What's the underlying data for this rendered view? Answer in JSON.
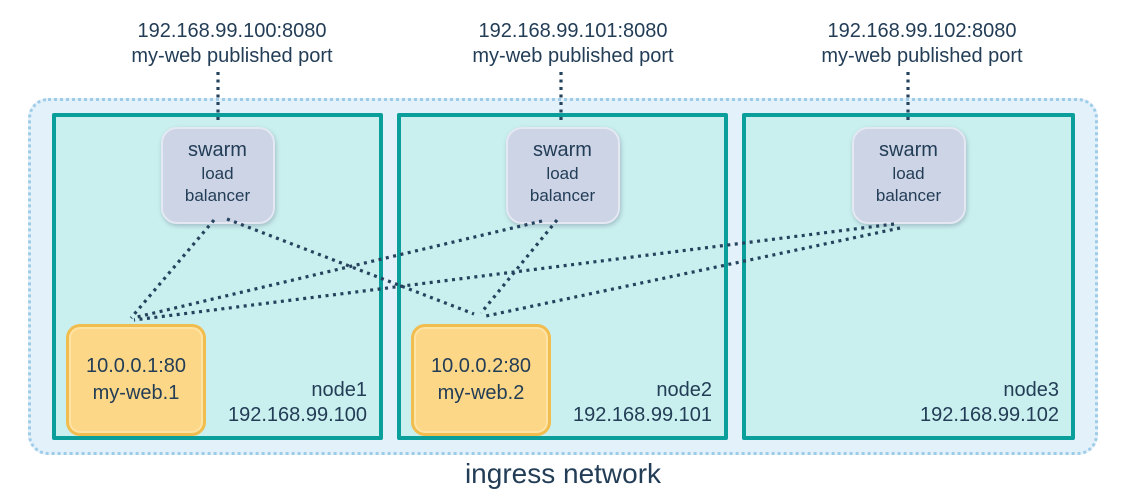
{
  "colors": {
    "text_navy": "#233d56",
    "node_border_teal": "#0a9f9b",
    "node_fill_cyan": "#c9efee",
    "ingress_fill_blue": "#e3f1fa",
    "ingress_border_blue": "#9ecbe8",
    "lb_fill_lavender": "#ccd4e6",
    "task_fill_amber": "#fcd787",
    "task_border_amber": "#f1bd4e",
    "wire_navy": "#26435e"
  },
  "published_ports": [
    {
      "address": "192.168.99.100:8080",
      "caption": "my-web published port"
    },
    {
      "address": "192.168.99.101:8080",
      "caption": "my-web published port"
    },
    {
      "address": "192.168.99.102:8080",
      "caption": "my-web published port"
    }
  ],
  "load_balancer": {
    "line1": "swarm",
    "line2": "load",
    "line3": "balancer"
  },
  "nodes": [
    {
      "name": "node1",
      "ip": "192.168.99.100",
      "task": {
        "address": "10.0.0.1:80",
        "name": "my-web.1"
      }
    },
    {
      "name": "node2",
      "ip": "192.168.99.101",
      "task": {
        "address": "10.0.0.2:80",
        "name": "my-web.2"
      }
    },
    {
      "name": "node3",
      "ip": "192.168.99.102",
      "task": null
    }
  ],
  "network_label": "ingress network",
  "connections": [
    {
      "from": "published-port-192.168.99.100:8080",
      "to": "node1-load-balancer",
      "style": "dotted"
    },
    {
      "from": "published-port-192.168.99.101:8080",
      "to": "node2-load-balancer",
      "style": "dotted"
    },
    {
      "from": "published-port-192.168.99.102:8080",
      "to": "node3-load-balancer",
      "style": "dotted"
    },
    {
      "from": "node1-load-balancer",
      "to": "my-web.1",
      "style": "dotted"
    },
    {
      "from": "node1-load-balancer",
      "to": "my-web.2",
      "style": "dotted"
    },
    {
      "from": "node2-load-balancer",
      "to": "my-web.1",
      "style": "dotted"
    },
    {
      "from": "node2-load-balancer",
      "to": "my-web.2",
      "style": "dotted"
    },
    {
      "from": "node3-load-balancer",
      "to": "my-web.1",
      "style": "dotted"
    },
    {
      "from": "node3-load-balancer",
      "to": "my-web.2",
      "style": "dotted"
    }
  ]
}
